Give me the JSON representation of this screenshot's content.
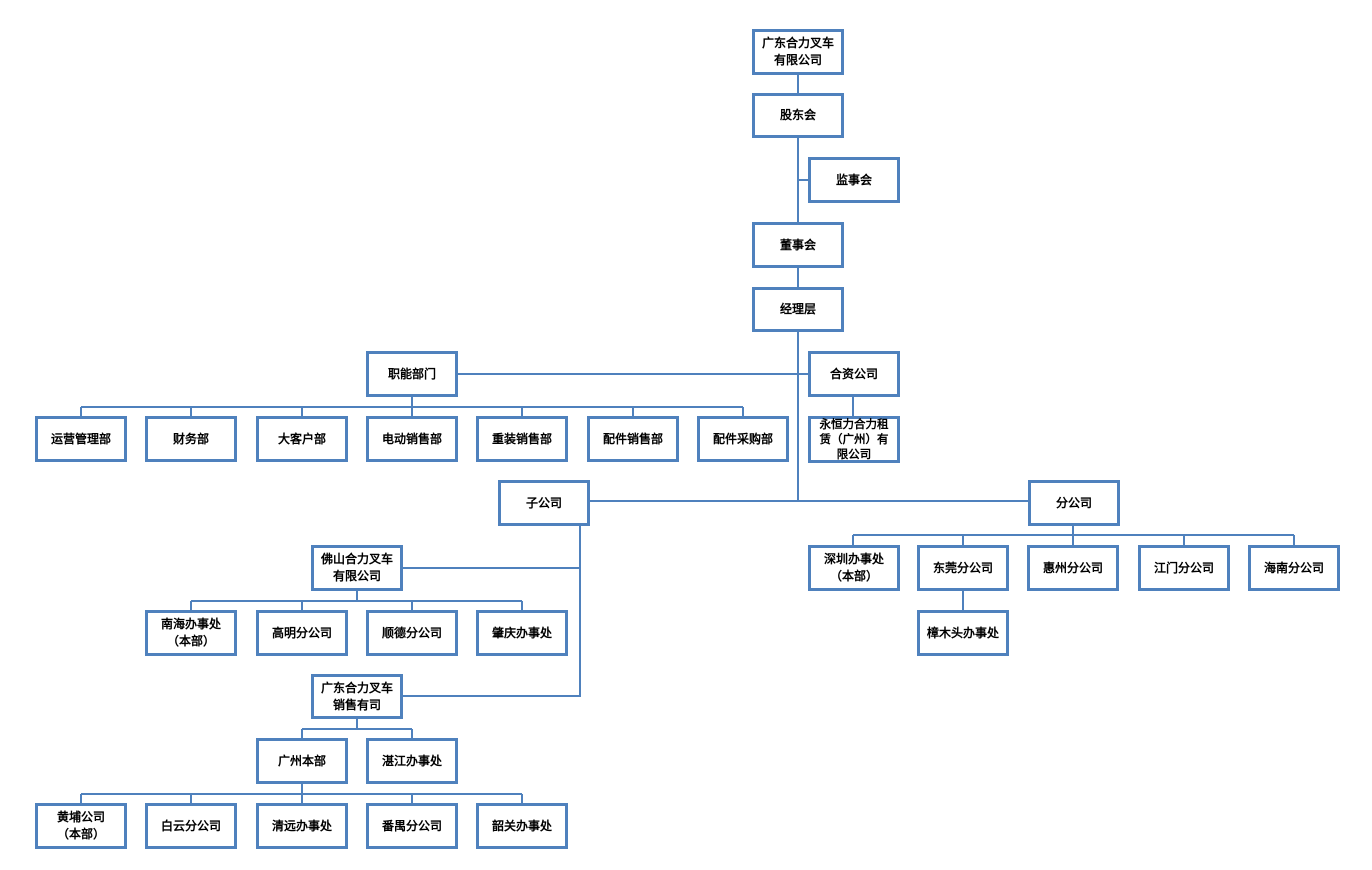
{
  "nodes": {
    "root": "广东合力叉车\n有限公司",
    "shareholders": "股东会",
    "supervisory": "监事会",
    "board": "董事会",
    "management": "经理层",
    "functional": "职能部门",
    "jv": "合资公司",
    "yongheng": "永恒力合力租\n赁（广州）有\n限公司",
    "dept_ops": "运营管理部",
    "dept_finance": "财务部",
    "dept_keyacct": "大客户部",
    "dept_electric": "电动销售部",
    "dept_heavy": "重装销售部",
    "dept_parts_sales": "配件销售部",
    "dept_parts_purchase": "配件采购部",
    "subsidiaries": "子公司",
    "branches": "分公司",
    "foshan": "佛山合力叉车\n有限公司",
    "nanhai": "南海办事处\n（本部）",
    "gaoming": "高明分公司",
    "shunde": "顺德分公司",
    "zhaoqing": "肇庆办事处",
    "gdsales": "广东合力叉车\n销售有司",
    "gz_hq": "广州本部",
    "zhanjiang": "湛江办事处",
    "huangpu": "黄埔公司\n（本部）",
    "baiyun": "白云分公司",
    "qingyuan": "清远办事处",
    "panyu": "番禺分公司",
    "shaoguan": "韶关办事处",
    "shenzhen": "深圳办事处\n（本部）",
    "dongguan": "东莞分公司",
    "huizhou": "惠州分公司",
    "jiangmen": "江门分公司",
    "hainan": "海南分公司",
    "zhangmutou": "樟木头办事处"
  },
  "colors": {
    "border": "#4f81bd",
    "line": "#4f81bd",
    "text": "#000000"
  }
}
